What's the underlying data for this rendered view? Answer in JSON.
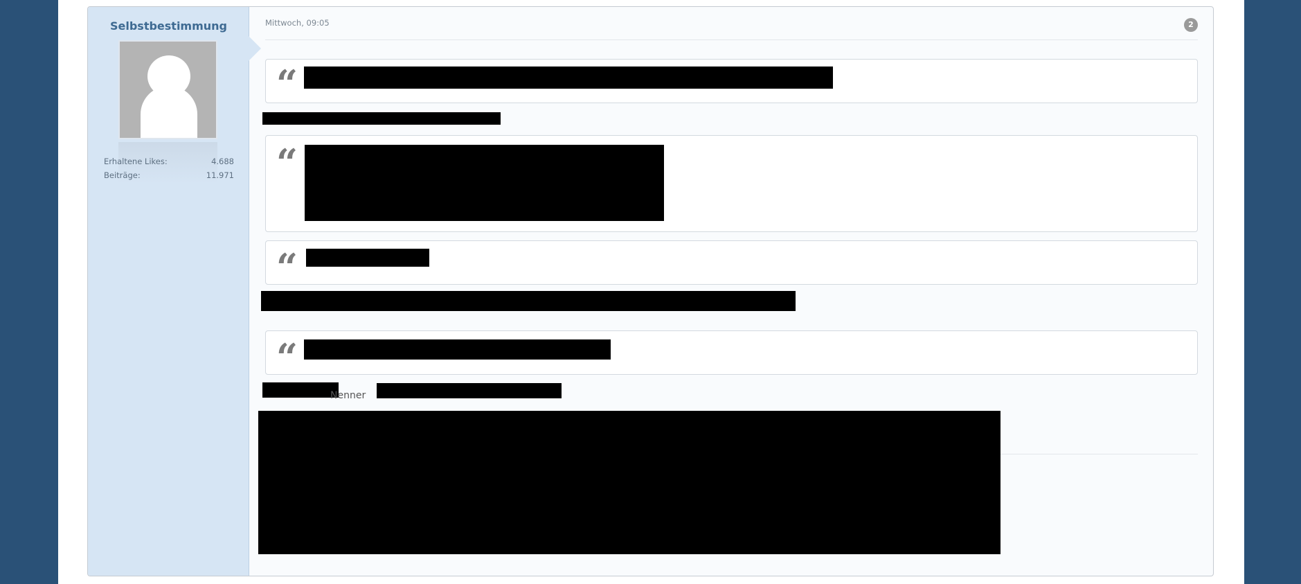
{
  "author": {
    "username": "Selbstbestimmung",
    "stats": [
      {
        "label": "Erhaltene Likes:",
        "value": "4.688"
      },
      {
        "label": "Beiträge:",
        "value": "11.971"
      }
    ]
  },
  "post": {
    "date": "Mittwoch, 09:05",
    "number": "2",
    "inline_word": "Nenner"
  },
  "icons": {
    "quote": "quote-icon",
    "avatar": "default-avatar-silhouette"
  },
  "colors": {
    "background": "#2a5177",
    "sidebar": "#d6e5f4",
    "username": "#3e6a92",
    "redaction": "#000000"
  }
}
